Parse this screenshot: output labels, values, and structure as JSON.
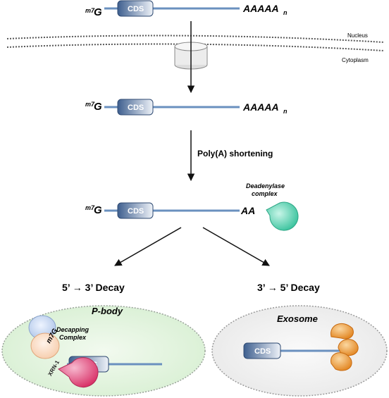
{
  "mrna": {
    "cap_base": "G",
    "cap_superscript": "m7",
    "cds_label": "CDS",
    "tail_long": "AAAAA",
    "tail_subscript": "n",
    "tail_short": "AA"
  },
  "compartments": {
    "nucleus": "Nucleus",
    "cytoplasm": "Cytoplasm"
  },
  "steps": {
    "polya_shortening": "Poly(A) shortening",
    "deadenylase_line1": "Deadenylase",
    "deadenylase_line2": "complex"
  },
  "pathways": {
    "five_to_three": "5’ → 3’ Decay",
    "three_to_five": "3’ → 5’ Decay"
  },
  "pbody": {
    "title": "P-body",
    "decapping_line1": "Decapping",
    "decapping_line2": "Complex",
    "cap_label": "m7G",
    "xrn1": "XRN-1",
    "cds_label": "CDS"
  },
  "exosome": {
    "title": "Exosome",
    "cds_label": "CDS"
  },
  "colors": {
    "cds_fill_dark": "#3e5f8f",
    "cds_fill_light": "#eef2f8",
    "rna_line": "#6a90bf",
    "deadenylase": "#4fd1b0",
    "pbody_fill": "#e5f5e2",
    "exosome_fill": "#f0f0f0",
    "xrn1": "#e2467a",
    "exosome_subunit": "#ee9a34"
  }
}
